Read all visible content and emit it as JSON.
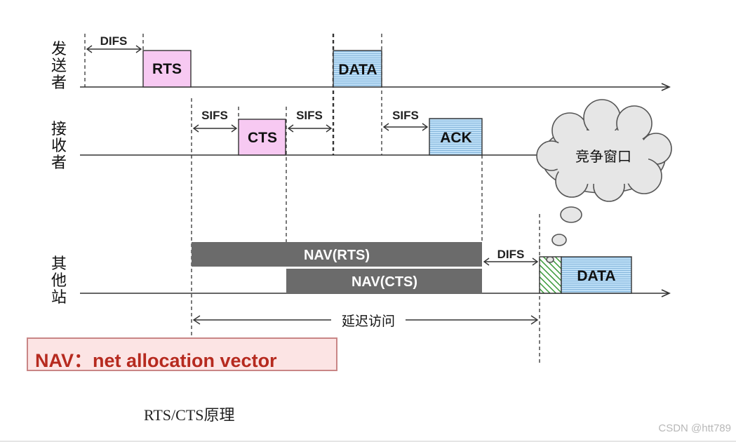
{
  "rows": {
    "sender": "发送者",
    "receiver": "接收者",
    "others": "其他站"
  },
  "frames": {
    "rts": "RTS",
    "cts": "CTS",
    "data_sender": "DATA",
    "ack": "ACK",
    "data_other": "DATA"
  },
  "intervals": {
    "difs_sender": "DIFS",
    "sifs_1": "SIFS",
    "sifs_2": "SIFS",
    "sifs_3": "SIFS",
    "difs_other": "DIFS"
  },
  "nav": {
    "rts": "NAV(RTS)",
    "cts": "NAV(CTS)"
  },
  "deferred_access": "延迟访问",
  "contention_window": "竞争窗口",
  "nav_note": "NAV：net allocation vector",
  "caption": "RTS/CTS原理",
  "watermark": "CSDN @htt789",
  "colors": {
    "rts_cts_fill": "#f7c9f2",
    "data_ack_fill": "#bfe0f7",
    "nav_fill": "#6b6b6b",
    "backoff_fill": "#5cb85c",
    "note_text": "#b62a1f"
  }
}
